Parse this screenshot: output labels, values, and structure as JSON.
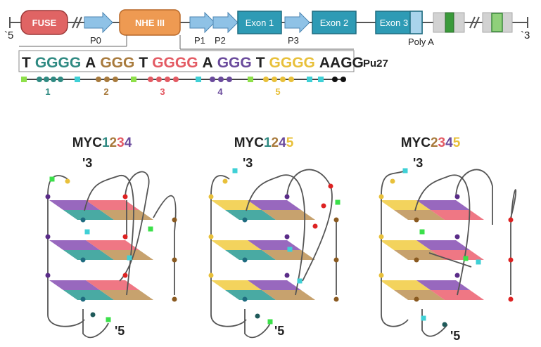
{
  "gene_map": {
    "end_left": "`5",
    "end_right": "`3",
    "fuse": "FUSE",
    "nhe": "NHE III",
    "promoters": [
      "P0",
      "P1",
      "P2",
      "P3"
    ],
    "exons": [
      "Exon 1",
      "Exon 2",
      "Exon 3"
    ],
    "polya": "Poly A",
    "colors": {
      "fuse": "#e06464",
      "nhe": "#ee9a52",
      "exon": "#2e9bb5",
      "arrow": "#8fc2e6",
      "green": "#3a9a3a"
    }
  },
  "sequence": {
    "segments": [
      "T",
      "GGGG",
      "A",
      "GGG",
      "T",
      "GGGG",
      "A",
      "GGG",
      "T",
      "GGGG",
      "AAGG"
    ],
    "name": "Pu27",
    "tract_labels": [
      "1",
      "2",
      "3",
      "4",
      "5"
    ],
    "tract_colors": [
      "#2f8a82",
      "#a87a3c",
      "#e35a63",
      "#6a4a9c",
      "#e8c03a"
    ]
  },
  "structures": [
    {
      "title_prefix": "MYC",
      "digits": [
        "1",
        "2",
        "3",
        "4"
      ],
      "end3": "'3",
      "end5": "'5"
    },
    {
      "title_prefix": "MYC",
      "digits": [
        "1",
        "2",
        "4",
        "5"
      ],
      "end3": "'3",
      "end5": "'5"
    },
    {
      "title_prefix": "MYC",
      "digits": [
        "2",
        "3",
        "4",
        "5"
      ],
      "end3": "'3",
      "end5": "'5"
    }
  ],
  "quartet_colors": {
    "teal": "#3aa39b",
    "purple": "#8f5bb8",
    "pink": "#ee6b7a",
    "tan": "#c29a62",
    "yellow": "#f2cf4f"
  }
}
